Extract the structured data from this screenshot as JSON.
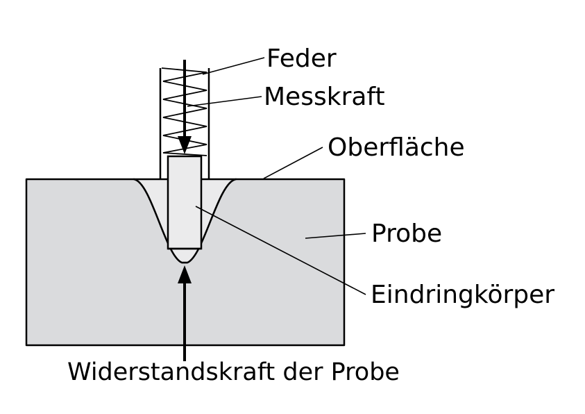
{
  "labels": {
    "feder": "Feder",
    "messkraft": "Messkraft",
    "oberflaeche": "Oberfläche",
    "probe": "Probe",
    "eindringkoerper": "Eindringkörper",
    "widerstandskraft": "Widerstandskraft der Probe"
  },
  "colors": {
    "specimen_fill": "#dadbdd",
    "indenter_fill": "#ebebec",
    "line": "#000000",
    "background": "#ffffff"
  }
}
